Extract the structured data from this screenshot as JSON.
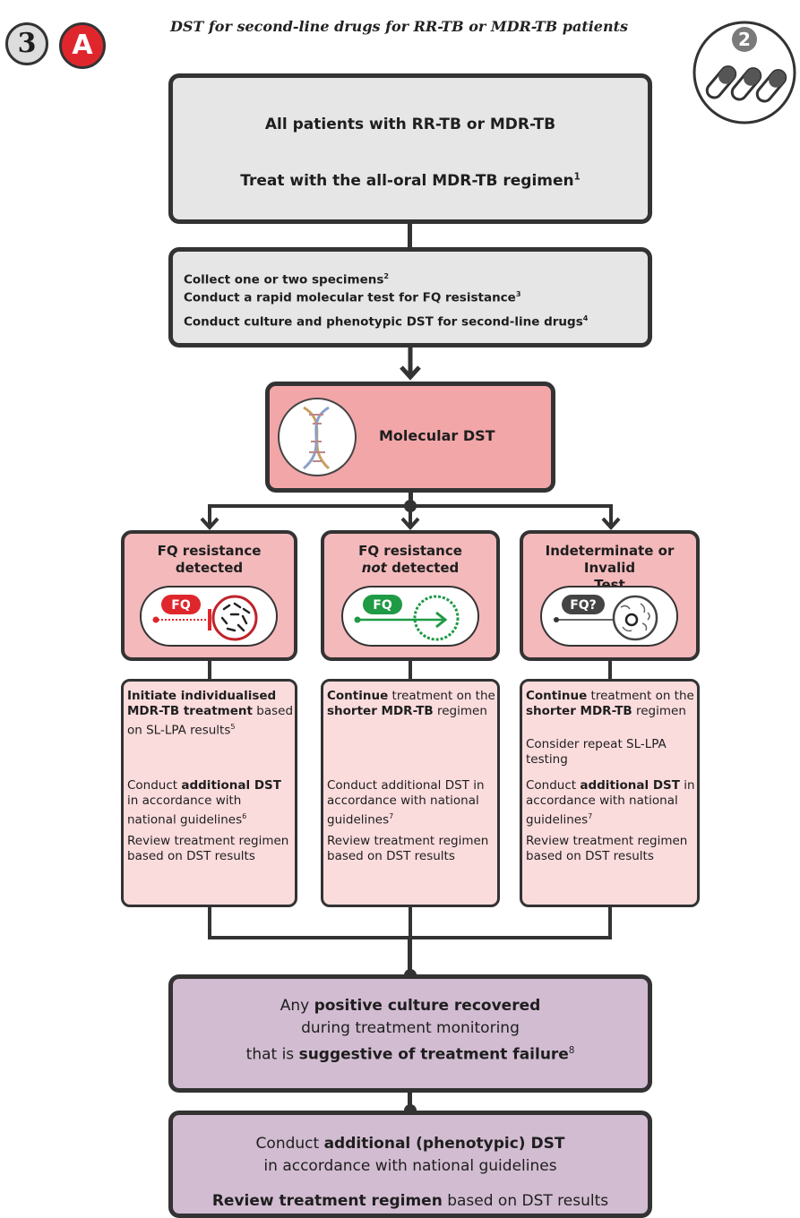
{
  "header": {
    "badge_number": "3",
    "badge_letter": "A",
    "title": "DST for second-line drugs for RR-TB or MDR-TB patients",
    "pill_badge_number": "2"
  },
  "box1": {
    "line1": "All patients with RR-TB or MDR-TB",
    "line2": "Treat with the all-oral MDR-TB regimen",
    "line2_sup": "1"
  },
  "box2": {
    "line1": "Collect one or two specimens",
    "line1_sup": "2",
    "line2": "Conduct a rapid molecular test for FQ resistance",
    "line2_sup": "3",
    "line3": "Conduct culture and phenotypic DST for second-line drugs",
    "line3_sup": "4"
  },
  "molecular": {
    "label": "Molecular DST"
  },
  "branches": [
    {
      "title_a": "FQ resistance",
      "title_b": "detected",
      "title_b_italic": false,
      "tag": "FQ",
      "text1_bold": "Initiate individualised MDR-TB treatment",
      "text1_rest": " based on SL-LPA results",
      "text1_sup": "5",
      "text2_pre": "Conduct ",
      "text2_bold": "additional DST",
      "text2_rest": " in accordance with national guidelines",
      "text2_sup": "6",
      "text3": "Review treatment regimen based on DST results"
    },
    {
      "title_a": "FQ resistance",
      "title_b_italic_word": "not",
      "title_b": " detected",
      "tag": "FQ",
      "text1_bold": "Continue",
      "text1_rest": " treatment on the ",
      "text1_bold2": "shorter MDR-TB",
      "text1_rest2": " regimen",
      "text2": "Conduct additional DST in accordance with national guidelines",
      "text2_sup": "7",
      "text3": "Review treatment regimen based on DST results"
    },
    {
      "title_a": "Indeterminate or Invalid",
      "title_b": "Test",
      "tag": "FQ?",
      "text1_bold": "Continue",
      "text1_rest": " treatment on the ",
      "text1_bold2": "shorter MDR-TB",
      "text1_rest2": " regimen",
      "text_extra": "Consider repeat SL-LPA testing",
      "text2_pre": "Conduct ",
      "text2_bold": "additional DST",
      "text2_rest": " in accordance with national guidelines",
      "text2_sup": "7",
      "text3": "Review treatment regimen based on DST results"
    }
  ],
  "box_positive": {
    "l1_pre": "Any ",
    "l1_bold": "positive culture recovered",
    "l2": "during treatment monitoring",
    "l3_pre": "that is ",
    "l3_bold": "suggestive of treatment failure",
    "l3_sup": "8"
  },
  "box_final": {
    "l1_pre": "Conduct ",
    "l1_bold": "additional (phenotypic) DST",
    "l2": "in accordance with national guidelines",
    "l3_bold": "Review treatment regimen",
    "l3_rest": " based on DST results"
  },
  "colors": {
    "gray": "#e6e6e6",
    "pink": "#f2a6a8",
    "pink_light": "#fbdcdd",
    "purple": "#d2bcd1",
    "red": "#e0262d",
    "green": "#1f9a45",
    "dark": "#333333"
  }
}
